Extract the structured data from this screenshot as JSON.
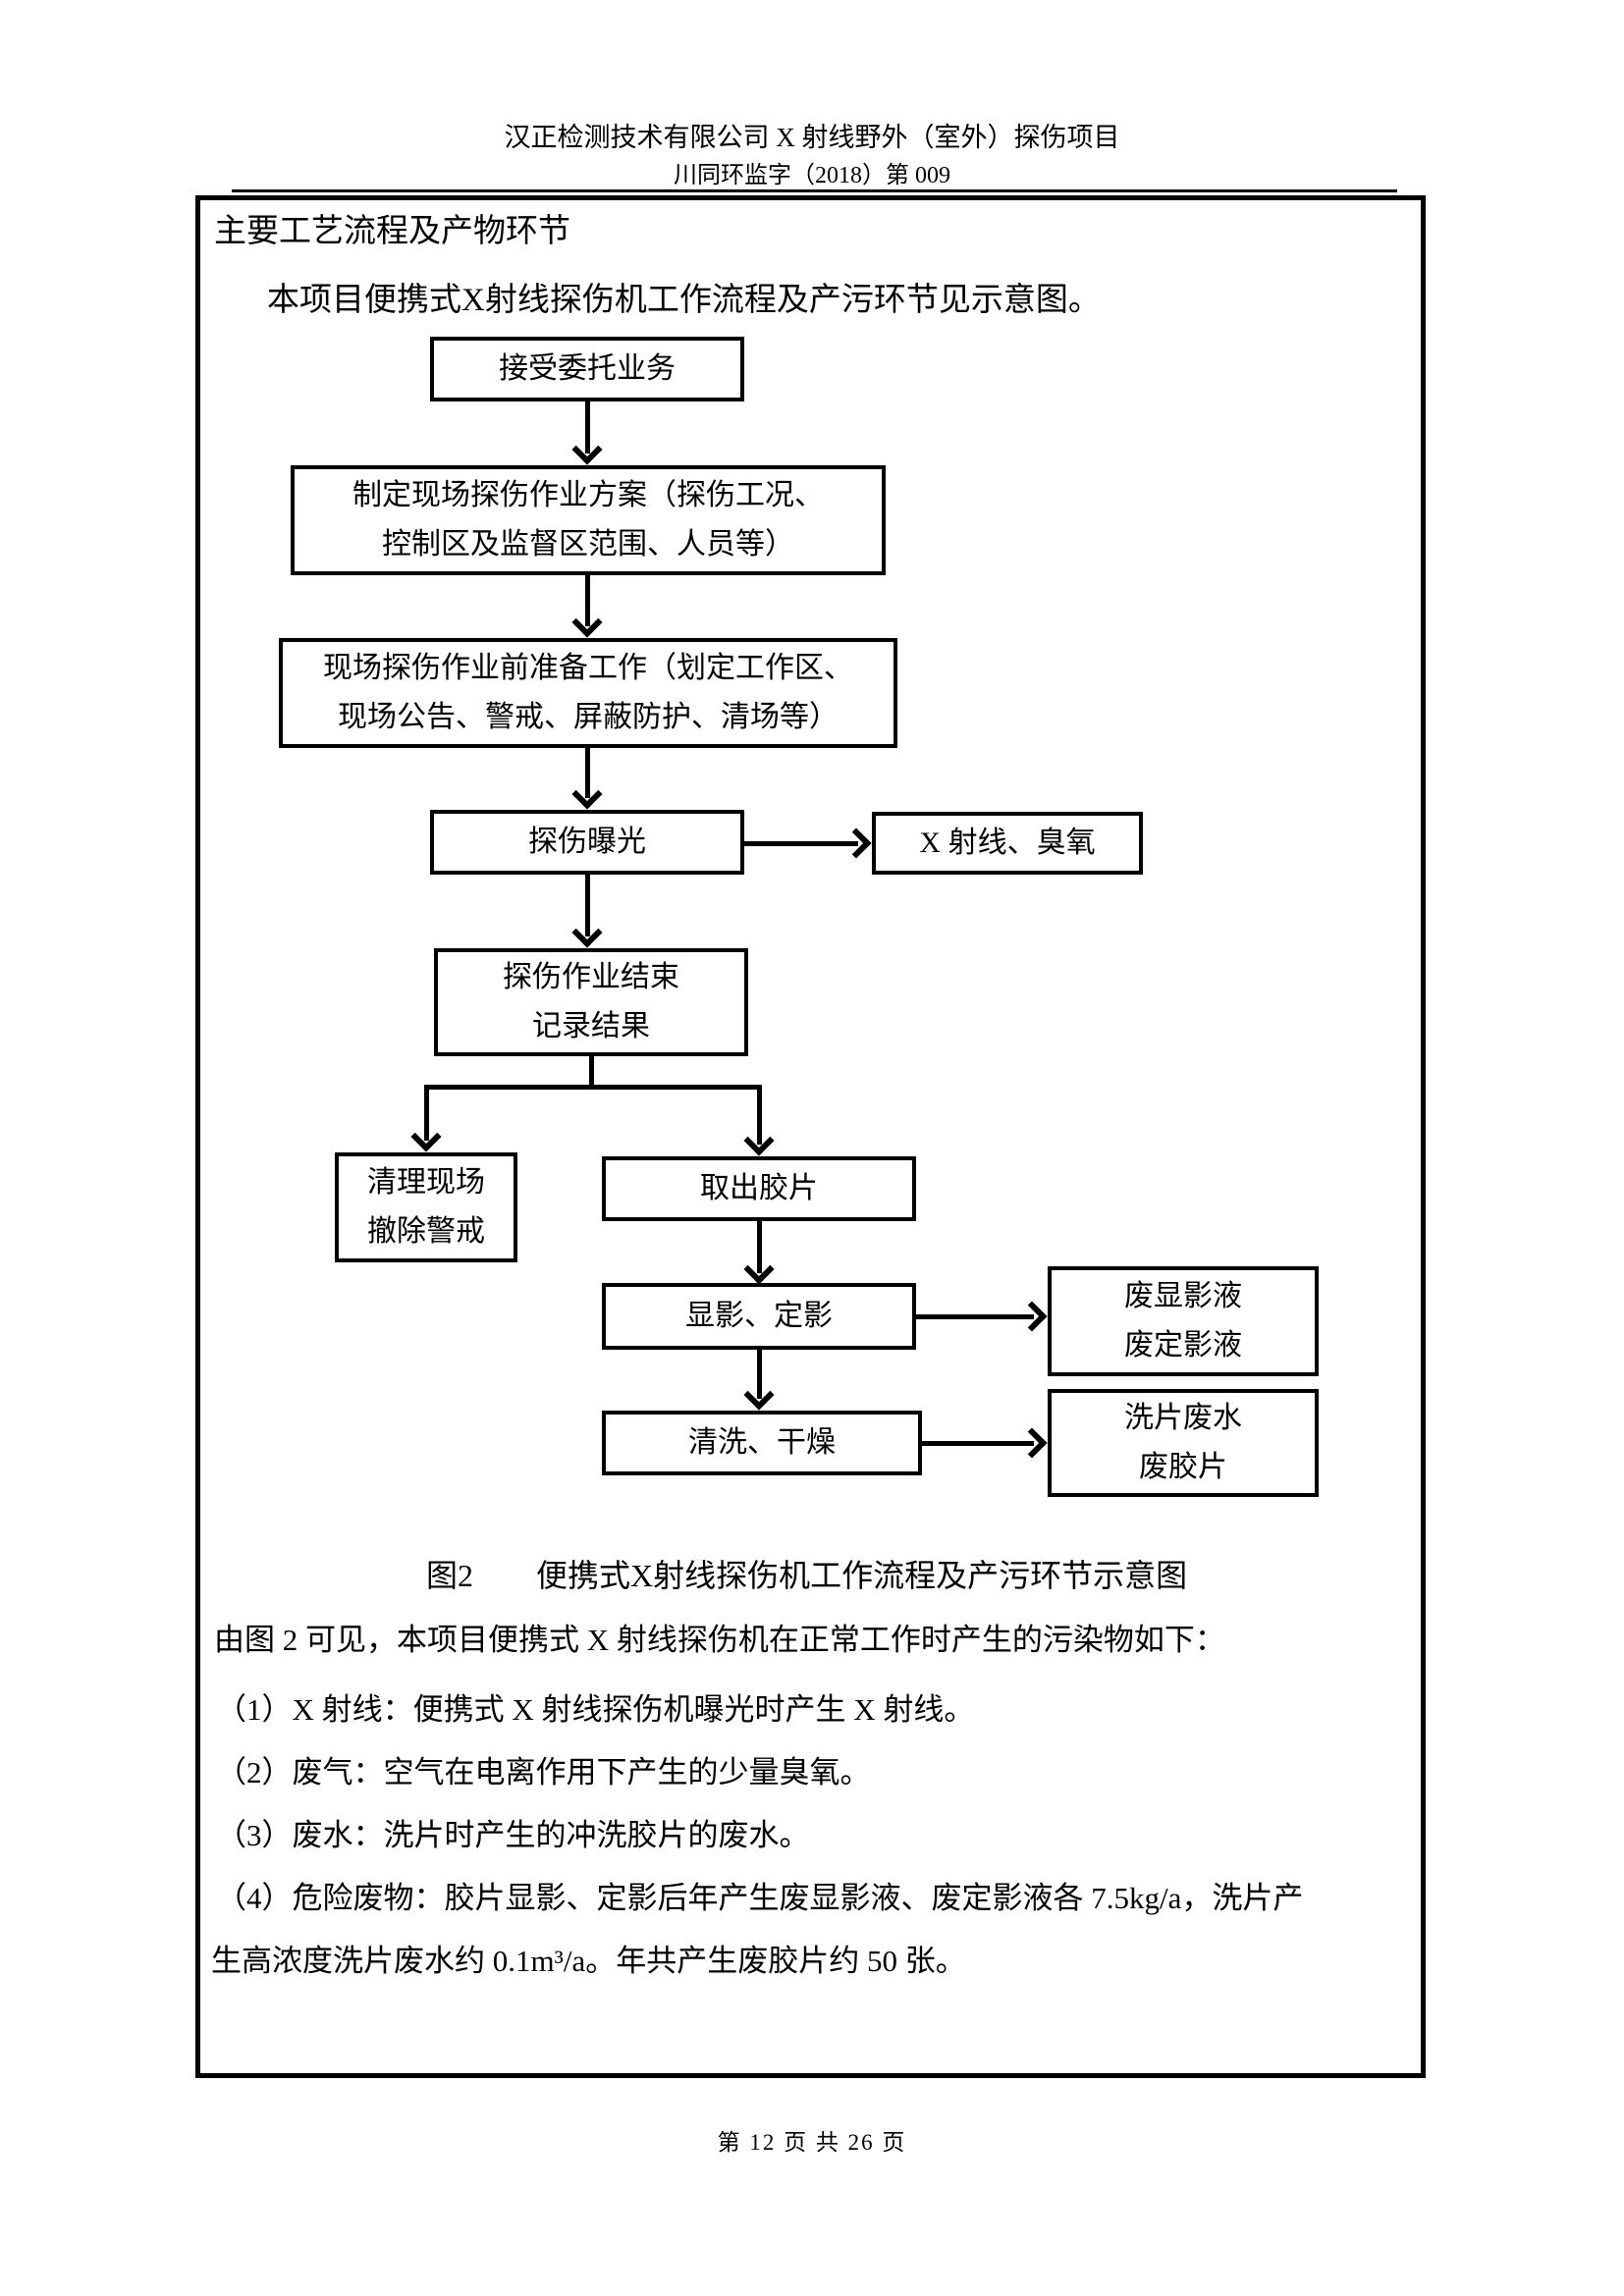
{
  "colors": {
    "ink": "#000000",
    "paper": "#ffffff"
  },
  "header": {
    "line1": "汉正检测技术有限公司 X 射线野外（室外）探伤项目",
    "line2": "川同环监字（2018）第 009"
  },
  "body": {
    "section_title": "主要工艺流程及产物环节",
    "intro": "本项目便携式X射线探伤机工作流程及产污环节见示意图。",
    "figure_caption": {
      "label": "图2",
      "title": "便携式X射线探伤机工作流程及产污环节示意图"
    },
    "paragraphs": [
      "由图 2 可见，本项目便携式 X 射线探伤机在正常工作时产生的污染物如下：",
      "（1）X 射线：便携式 X 射线探伤机曝光时产生 X 射线。",
      "（2）废气：空气在电离作用下产生的少量臭氧。",
      "（3）废水：洗片时产生的冲洗胶片的废水。",
      "（4）危险废物：胶片显影、定影后年产生废显影液、废定影液各 7.5kg/a，洗片产",
      "生高浓度洗片废水约 0.1m³/a。年共产生废胶片约 50 张。"
    ]
  },
  "flowchart": {
    "accept": {
      "l1": "接受委托业务"
    },
    "plan": {
      "l1": "制定现场探伤作业方案（探伤工况、",
      "l2": "控制区及监督区范围、人员等）"
    },
    "prepare": {
      "l1": "现场探伤作业前准备工作（划定工作区、",
      "l2": "现场公告、警戒、屏蔽防护、清场等）"
    },
    "expose": {
      "l1": "探伤曝光"
    },
    "xray_ozone": {
      "l1": "X 射线、臭氧"
    },
    "finish": {
      "l1": "探伤作业结束",
      "l2": "记录结果"
    },
    "cleanup": {
      "l1": "清理现场",
      "l2": "撤除警戒"
    },
    "take_film": {
      "l1": "取出胶片"
    },
    "develop": {
      "l1": "显影、定影"
    },
    "waste_developer": {
      "l1": "废显影液",
      "l2": "废定影液"
    },
    "wash_dry": {
      "l1": "清洗、干燥"
    },
    "waste_water_film": {
      "l1": "洗片废水",
      "l2": "废胶片"
    }
  },
  "footer": {
    "page_text": "第 12 页 共 26 页"
  }
}
